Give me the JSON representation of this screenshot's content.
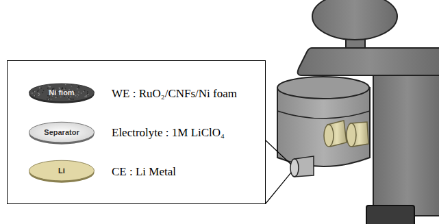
{
  "diagram": {
    "nodes": [
      {
        "text": [
          "WE : RuO₂/CNFs/Ni foam",
          "Electrolyte : 1M LiClO₄",
          "CE : Li Metal"
        ]
      },
      {
        "text": [
          "Ni fiom"
        ],
        "in": 0
      },
      {
        "text": [
          "Separator"
        ],
        "in": 0
      },
      {
        "text": [
          "Li"
        ],
        "in": 0
      }
    ]
  }
}
